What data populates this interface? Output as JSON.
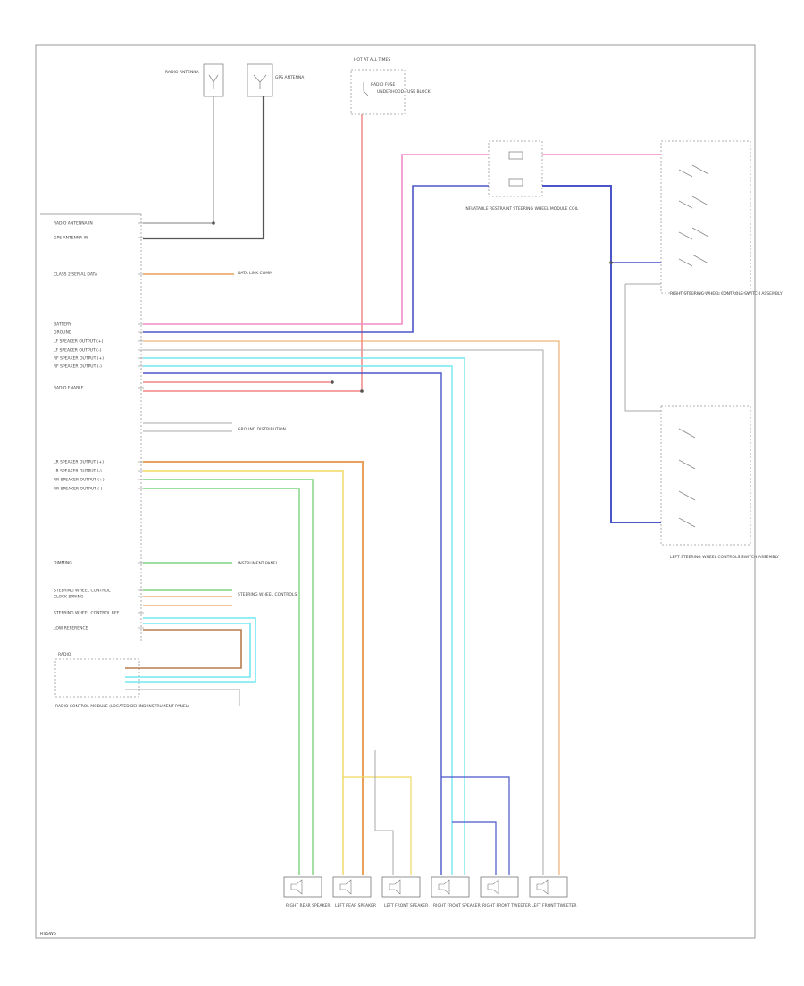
{
  "diagram": {
    "footer_code": "R9SW6",
    "colors": {
      "pink": "#f28ac8",
      "blue": "#4a56c8",
      "red": "#ee6a6a",
      "orange": "#e8a05a",
      "yellow": "#f0d860",
      "green": "#7ed37e",
      "cyan": "#74e8f2",
      "gray": "#aaaaaa",
      "dark": "#555555",
      "brown": "#b87c4c"
    },
    "top": {
      "radio_antenna": "RADIO ANTENNA",
      "gps_antenna": "GPS ANTENNA",
      "fuse_label": "HOT AT ALL TIMES",
      "fuse_name": "RADIO FUSE",
      "fuse_block": "UNDERHOOD FUSE BLOCK"
    },
    "radio_pins": [
      "RADIO ANTENNA IN",
      "GPS ANTENNA IN",
      "CLASS 2 SERIAL DATA",
      "BATTERY",
      "GROUND",
      "LF SPEAKER OUTPUT (+)",
      "LF SPEAKER OUTPUT (-)",
      "RF SPEAKER OUTPUT (+)",
      "RF SPEAKER OUTPUT (-)",
      "RADIO ENABLE",
      "LR SPEAKER OUTPUT (+)",
      "LR SPEAKER OUTPUT (-)",
      "RR SPEAKER OUTPUT (+)",
      "RR SPEAKER OUTPUT (-)",
      "DIMMING",
      "STEERING WHEEL CONTROL",
      "CLOCK SPRING",
      "STEERING WHEEL CONTROL REF",
      "LOW REFERENCE"
    ],
    "side_systems": {
      "serial_data": "DATA LINK COMM",
      "grounds": "GROUND DISTRIBUTION",
      "dimming": "INSTRUMENT PANEL",
      "steering_controls": "STEERING WHEEL CONTROLS"
    },
    "blocks": {
      "clock_spring": "INFLATABLE RESTRAINT STEERING WHEEL MODULE COIL",
      "rh_switch": "RIGHT STEERING WHEEL CONTROLS SWITCH ASSEMBLY",
      "lh_switch": "LEFT STEERING WHEEL CONTROLS SWITCH ASSEMBLY",
      "radio": "RADIO",
      "radio_module": "RADIO CONTROL MODULE (LOCATED BEHIND INSTRUMENT PANEL)"
    },
    "speakers": [
      "RIGHT REAR SPEAKER",
      "LEFT REAR SPEAKER",
      "LEFT FRONT SPEAKER",
      "RIGHT FRONT SPEAKER",
      "RIGHT FRONT TWEETER",
      "LEFT FRONT TWEETER"
    ]
  }
}
